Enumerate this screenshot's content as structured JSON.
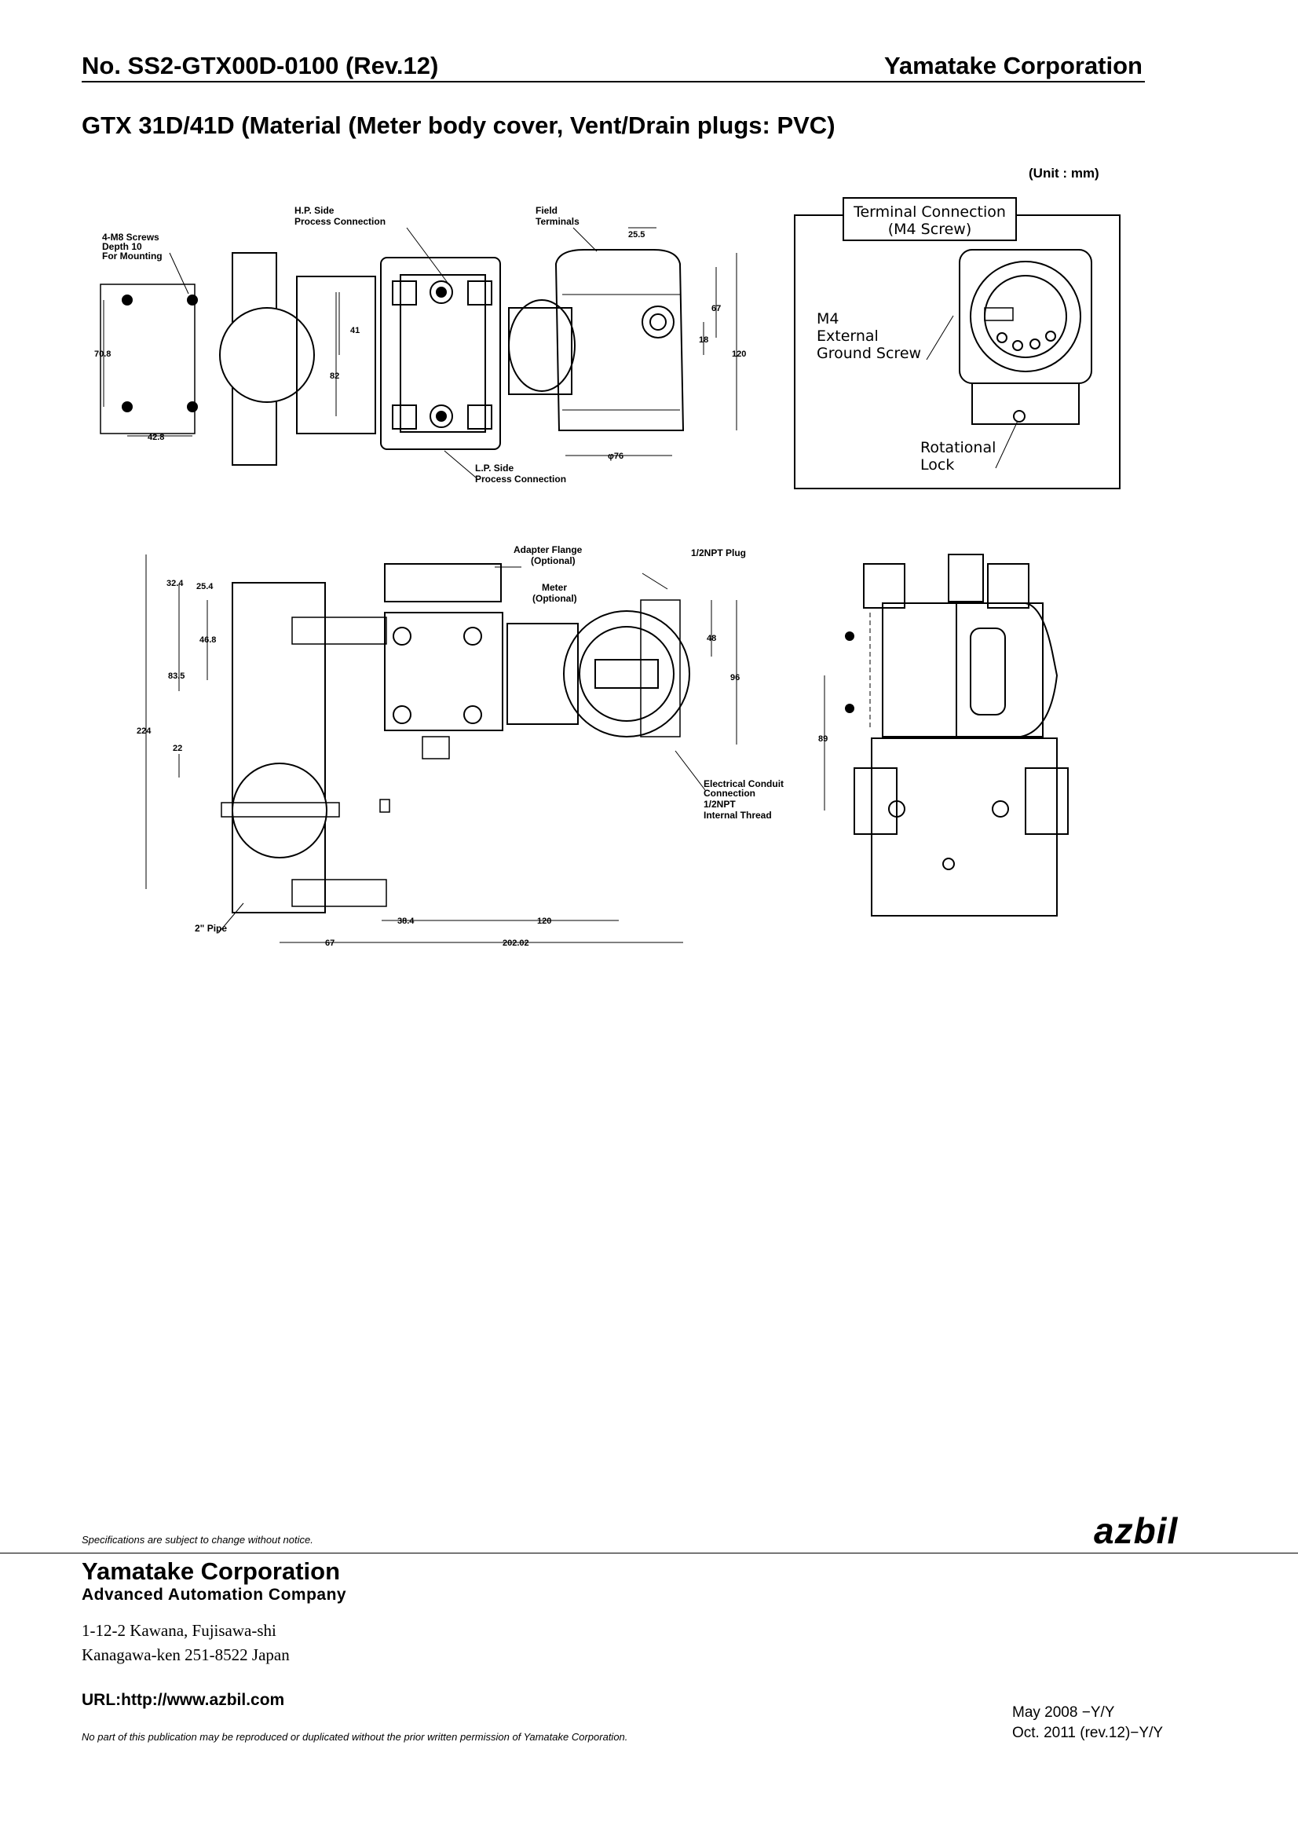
{
  "header": {
    "doc_number": "No. SS2-GTX00D-0100 (Rev.12)",
    "company": "Yamatake Corporation"
  },
  "title": "GTX 31D/41D (Material (Meter body cover, Vent/Drain plugs: PVC)",
  "drawing": {
    "unit": "(Unit : mm)",
    "labels": {
      "hp_side_1": "H.P. Side",
      "hp_side_2": "Process Connection",
      "field_1": "Field",
      "field_2": "Terminals",
      "screws_1": "4-M8 Screws",
      "screws_2": "Depth 10",
      "screws_3": "For Mounting",
      "lp_side_1": "L.P. Side",
      "lp_side_2": "Process Connection",
      "terminal_1": "Terminal Connection",
      "terminal_2": "(M4 Screw)",
      "ground_1": "M4",
      "ground_2": "External",
      "ground_3": "Ground Screw",
      "lock_1": "Rotational",
      "lock_2": "Lock",
      "adapter_1": "Adapter Flange",
      "adapter_2": "(Optional)",
      "meter_1": "Meter",
      "meter_2": "(Optional)",
      "plug": "1/2NPT Plug",
      "conduit_1": "Electrical Conduit",
      "conduit_2": "Connection",
      "conduit_3": "1/2NPT",
      "conduit_4": "Internal Thread",
      "pipe": "2\" Pipe"
    },
    "dims": {
      "d_25_5": "25.5",
      "d_67a": "67",
      "d_18": "18",
      "d_120a": "120",
      "d_41": "41",
      "d_82": "82",
      "d_70_8": "70.8",
      "d_42_8": "42.8",
      "d_phi76": "φ76",
      "d_32_4": "32.4",
      "d_25_4": "25.4",
      "d_46_8": "46.8",
      "d_83_5": "83.5",
      "d_224": "224",
      "d_22": "22",
      "d_48": "48",
      "d_96": "96",
      "d_89": "89",
      "d_38_4": "38.4",
      "d_120b": "120",
      "d_67b": "67",
      "d_202": "202.02"
    }
  },
  "footer": {
    "notice": "Specifications are subject to change without notice.",
    "logo": "azbil",
    "company": "Yamatake Corporation",
    "division": "Advanced Automation Company",
    "address_line1": "1-12-2 Kawana, Fujisawa-shi",
    "address_line2": "Kanagawa-ken 251-8522 Japan",
    "url": "URL:http://www.azbil.com",
    "copyright": "No part of this publication may be reproduced or duplicated without the prior written permission of Yamatake Corporation.",
    "revision1": "May 2008 −Y/Y",
    "revision2": "Oct. 2011 (rev.12)−Y/Y"
  }
}
